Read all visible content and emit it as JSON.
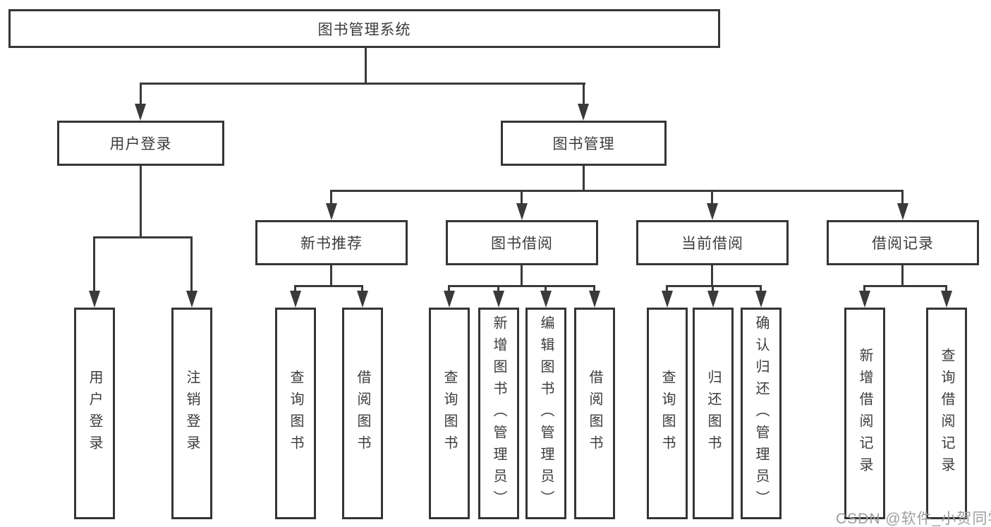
{
  "diagram": {
    "root": {
      "label": "图书管理系统"
    },
    "user_branch": {
      "label": "用户登录",
      "children": [
        {
          "label": "用户登录"
        },
        {
          "label": "注销登录"
        }
      ]
    },
    "mgmt_branch": {
      "label": "图书管理",
      "groups": [
        {
          "label": "新书推荐",
          "children": [
            {
              "label": "查询图书"
            },
            {
              "label": "借阅图书"
            }
          ]
        },
        {
          "label": "图书借阅",
          "children": [
            {
              "label": "查询图书"
            },
            {
              "label": "新增图书（管理员）"
            },
            {
              "label": "编辑图书（管理员）"
            },
            {
              "label": "借阅图书"
            }
          ]
        },
        {
          "label": "当前借阅",
          "children": [
            {
              "label": "查询图书"
            },
            {
              "label": "归还图书"
            },
            {
              "label": "确认归还（管理员）"
            }
          ]
        },
        {
          "label": "借阅记录",
          "children": [
            {
              "label": "新增借阅记录"
            },
            {
              "label": "查询借阅记录"
            }
          ]
        }
      ]
    }
  },
  "watermark": {
    "text": "CSDN @软件_小贺同学"
  },
  "colors": {
    "line": "#3a3a3a",
    "border": "#353535",
    "text": "#3c3c3c",
    "watermark": "#9e9e9e",
    "background": "#ffffff"
  }
}
